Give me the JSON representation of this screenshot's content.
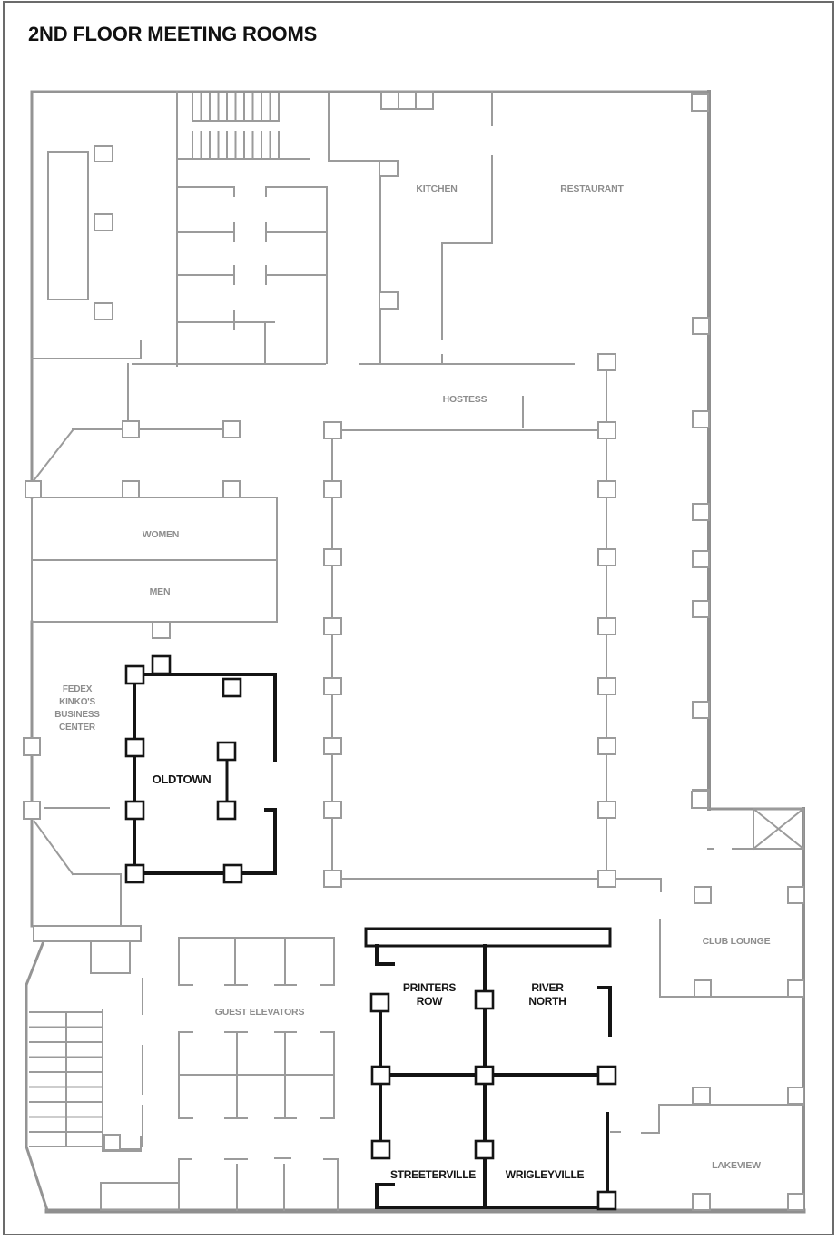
{
  "page": {
    "title": "2ND FLOOR MEETING ROOMS"
  },
  "colors": {
    "background": "#ffffff",
    "base_building": "#9b9b9b",
    "meeting_room_outline": "#141414",
    "label_gray": "#8d8d8d",
    "label_black": "#141414"
  },
  "rooms": {
    "kitchen": {
      "label": "KITCHEN"
    },
    "restaurant": {
      "label": "RESTAURANT"
    },
    "hostess": {
      "label": "HOSTESS"
    },
    "women": {
      "label": "WOMEN"
    },
    "men": {
      "label": "MEN"
    },
    "fedex_business_center": {
      "lines": [
        "FEDEX",
        "KINKO'S",
        "BUSINESS",
        "CENTER"
      ]
    },
    "oldtown": {
      "label": "OLDTOWN"
    },
    "club_lounge": {
      "label": "CLUB LOUNGE"
    },
    "guest_elevators": {
      "label": "GUEST ELEVATORS"
    },
    "printers_row": {
      "lines": [
        "PRINTERS",
        "ROW"
      ]
    },
    "river_north": {
      "lines": [
        "RIVER",
        "NORTH"
      ]
    },
    "streeterville": {
      "label": "STREETERVILLE"
    },
    "wrigleyville": {
      "label": "WRIGLEYVILLE"
    },
    "lakeview": {
      "label": "LAKEVIEW"
    }
  }
}
